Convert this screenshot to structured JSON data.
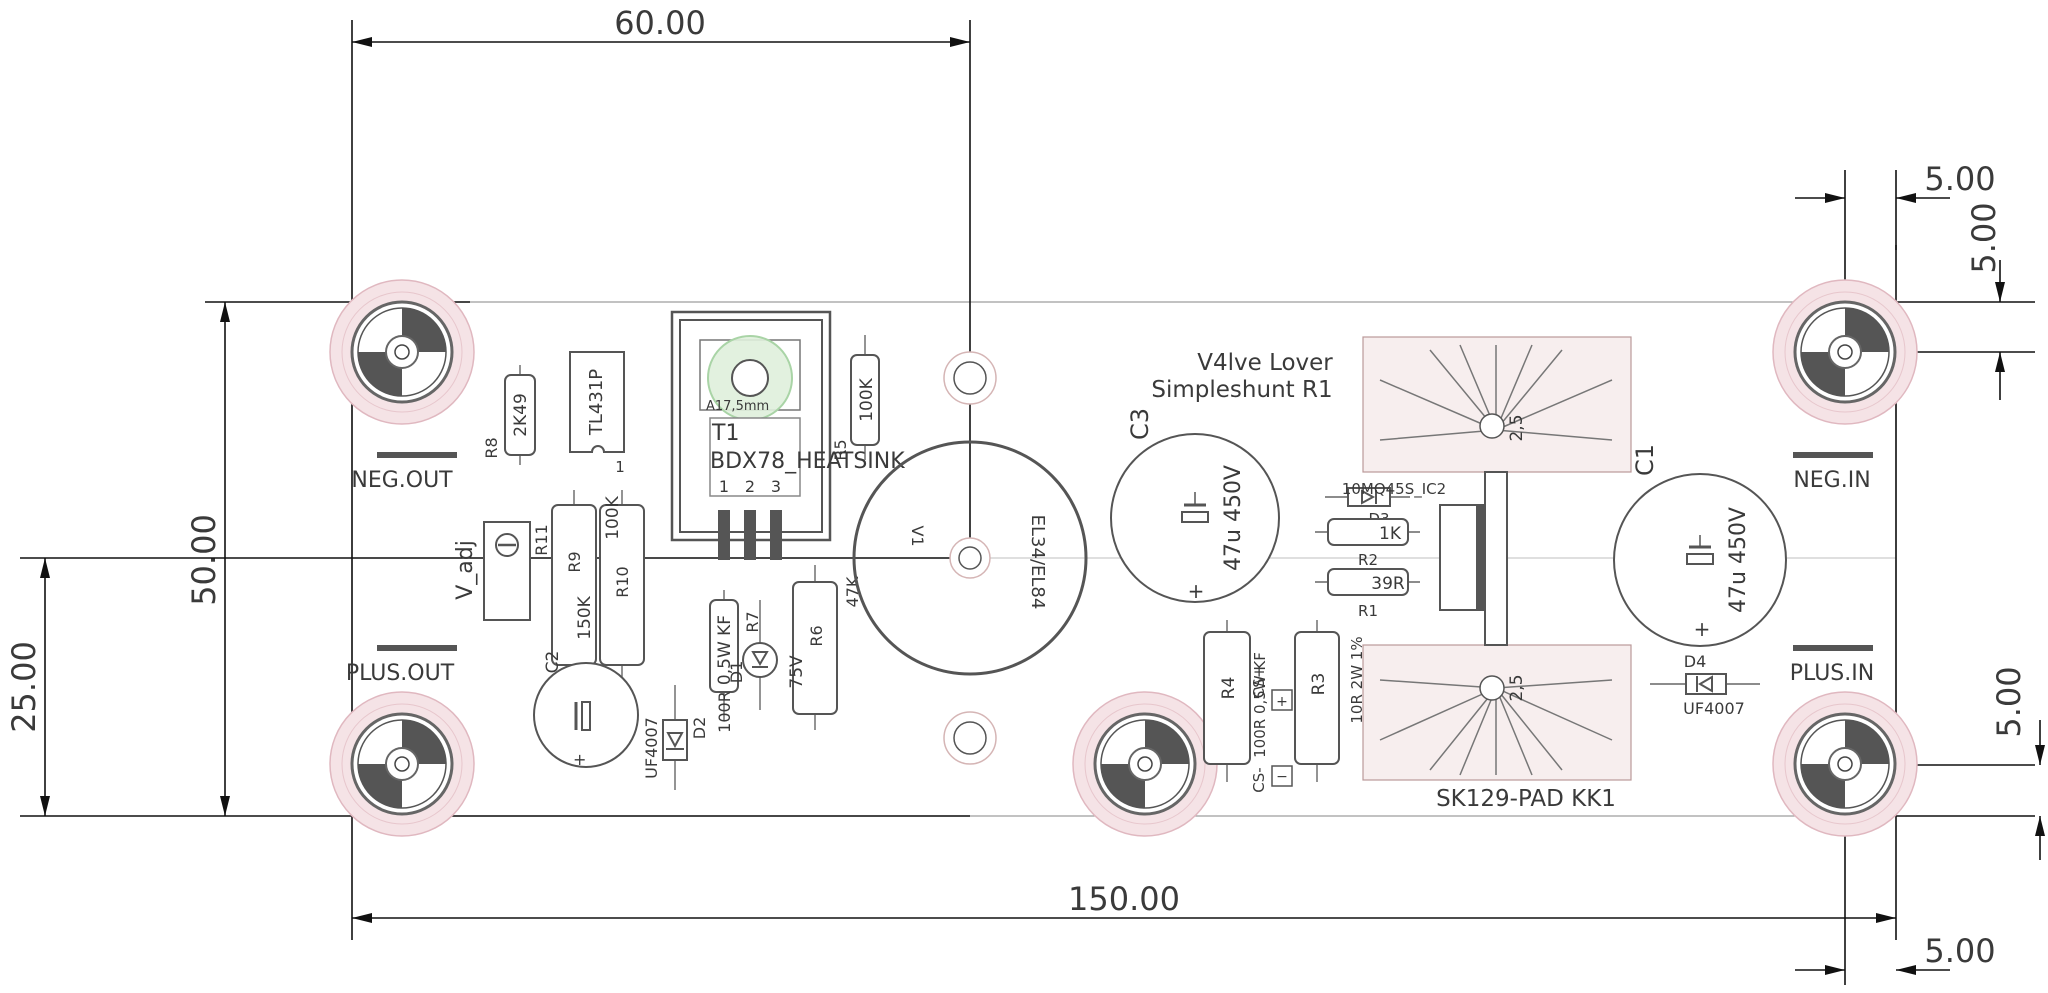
{
  "dimensions": {
    "top_60": "60.00",
    "vertical_50": "50.00",
    "vertical_25": "25.00",
    "bottom_150": "150.00",
    "tr_5h": "5.00",
    "tr_5v": "5.00",
    "br_5v": "5.00",
    "br_5h": "5.00"
  },
  "labels": {
    "neg_out": "NEG.OUT",
    "plus_out": "PLUS.OUT",
    "neg_in": "NEG.IN",
    "plus_in": "PLUS.IN",
    "title1": "V4lve Lover",
    "title2": "Simpleshunt R1",
    "sk": "SK129-PAD KK1"
  },
  "components": {
    "r8": "R8",
    "r8v": "2K49",
    "ic": "TL431P",
    "ic_pin": "1",
    "vadj": "V_adj",
    "r11": "R11",
    "r9": "R9",
    "r9v": "150K",
    "r10": "R10",
    "r10v": "100K",
    "c2": "C2",
    "d2": "D2",
    "d2v": "UF4007",
    "t1_hole": "A17,5mm",
    "t1": "T1",
    "t1_part": "BDX78_HEATSINK",
    "pin1": "1",
    "pin2": "2",
    "pin3": "3",
    "r5": "R5",
    "r5v": "100K",
    "r7": "R7",
    "r7v": "0,5W KF",
    "d1": "D1",
    "d1v": "100R",
    "r6": "R6",
    "r6v": "75V",
    "r6b": "47K",
    "ls": "EL34/EL84",
    "ls2": "V1",
    "c3": "C3",
    "c3v": "47u 450V",
    "d3": "D3",
    "d3v": "10MQ45S_IC2",
    "r2": "R2",
    "r2v": "1K",
    "r1": "R1",
    "r1v": "39R",
    "r4": "R4",
    "cs1": "CS+",
    "cs1v": "100R 0,5W KF",
    "r3": "R3",
    "r3v": "10R 2W 1%",
    "cs2": "CS-",
    "hs1": "2,5",
    "hs2": "2,5",
    "c1": "C1",
    "c1v": "47u 450V",
    "d4": "D4",
    "d4v": "UF4007"
  }
}
